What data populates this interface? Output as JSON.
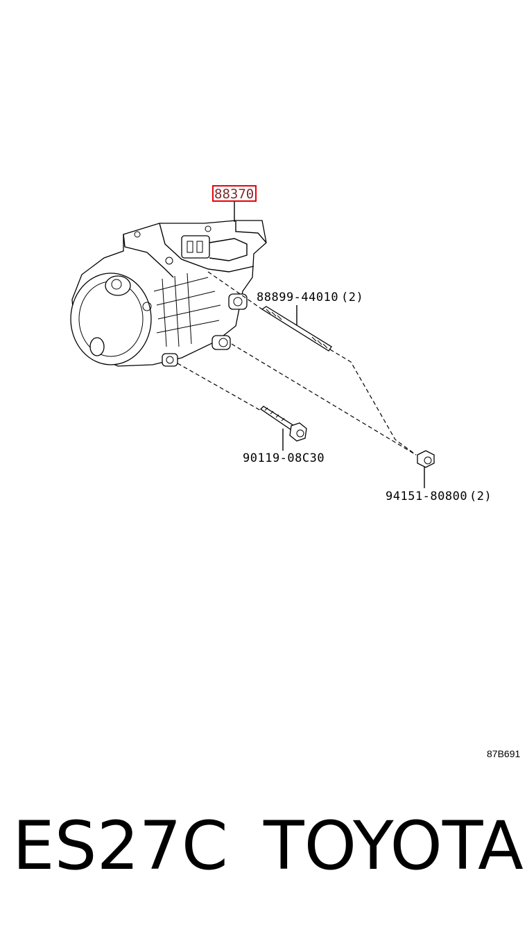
{
  "parts": {
    "compressor": "88370",
    "stud_bolt": "88899-44010",
    "stud_bolt_qty": "(2)",
    "bolt": "90119-08C30",
    "nut": "94151-80800",
    "nut_qty": "(2)"
  },
  "figure_code": "87B691",
  "footer": {
    "model": "ES27C",
    "brand": "TOYOTA"
  },
  "colors": {
    "highlight_border": "#e8000b",
    "highlight_text": "#7a2b2b"
  }
}
